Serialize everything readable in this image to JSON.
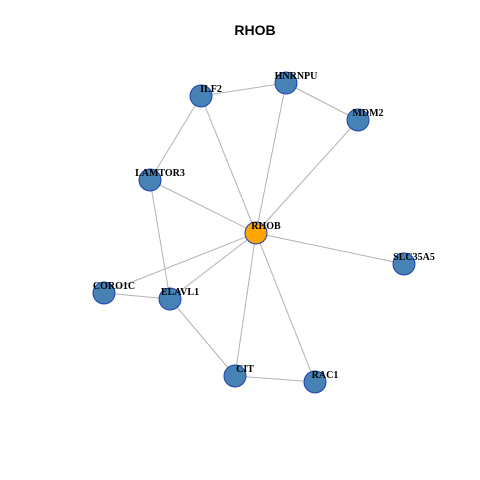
{
  "title": "RHOB",
  "colors": {
    "node_fill": "#4682b4",
    "center_fill": "#ffa500",
    "node_border": "#1f3fb5",
    "edge": "#b3b3b3"
  },
  "nodes": [
    {
      "id": "RHOB",
      "label": "RHOB",
      "center": true
    },
    {
      "id": "HNRNPU",
      "label": "HNRNPU"
    },
    {
      "id": "ILF2",
      "label": "ILF2"
    },
    {
      "id": "MDM2",
      "label": "MDM2"
    },
    {
      "id": "LAMTOR3",
      "label": "LAMTOR3"
    },
    {
      "id": "SLC35A5",
      "label": "SLC35A5"
    },
    {
      "id": "CORO1C",
      "label": "CORO1C"
    },
    {
      "id": "ELAVL1",
      "label": "ELAVL1"
    },
    {
      "id": "CIT",
      "label": "CIT"
    },
    {
      "id": "RAC1",
      "label": "RAC1"
    }
  ],
  "edges": [
    [
      "ILF2",
      "HNRNPU"
    ],
    [
      "HNRNPU",
      "MDM2"
    ],
    [
      "ILF2",
      "LAMTOR3"
    ],
    [
      "ILF2",
      "RHOB"
    ],
    [
      "HNRNPU",
      "RHOB"
    ],
    [
      "MDM2",
      "RHOB"
    ],
    [
      "LAMTOR3",
      "RHOB"
    ],
    [
      "LAMTOR3",
      "ELAVL1"
    ],
    [
      "RHOB",
      "SLC35A5"
    ],
    [
      "RHOB",
      "CORO1C"
    ],
    [
      "RHOB",
      "ELAVL1"
    ],
    [
      "RHOB",
      "CIT"
    ],
    [
      "RHOB",
      "RAC1"
    ],
    [
      "CORO1C",
      "ELAVL1"
    ],
    [
      "ELAVL1",
      "CIT"
    ],
    [
      "CIT",
      "RAC1"
    ]
  ]
}
